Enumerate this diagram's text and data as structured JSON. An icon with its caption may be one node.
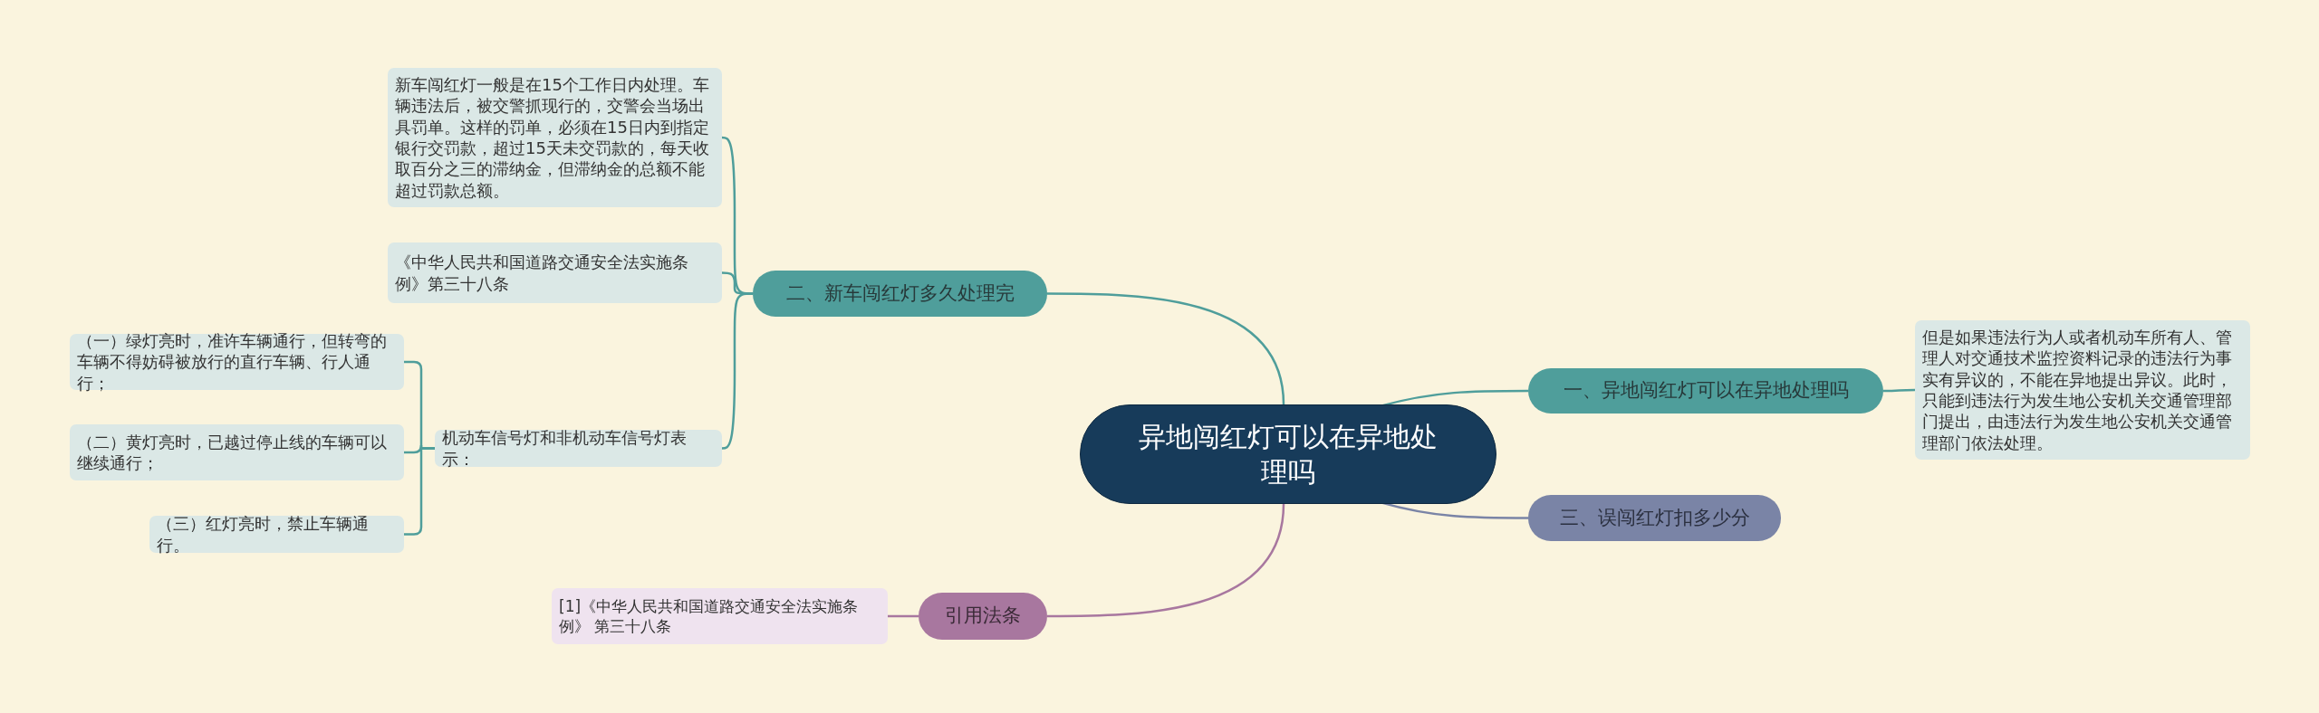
{
  "diagram": {
    "nodes": [
      {
        "text": [
          "异地闯红灯可以在异地处理吗"
        ]
      },
      {
        "text": [
          "一、异地闯红灯可以在异地处理吗"
        ]
      },
      {
        "text": [
          "但是如果违法行为人或者机动车所有人、管理人对交通技术监控资料记录的违法行为事实有异议的，不能在异地提出异议。此时，只能到违法行为发生地公安机关交通管理部门提出，由违法行为发生地公安机关交通管理部门依法处理。"
        ]
      },
      {
        "text": [
          "二、新车闯红灯多久处理完"
        ]
      },
      {
        "text": [
          "新车闯红灯一般是在15个工作日内处理。车辆违法后，被交警抓现行的，交警会当场出具罚单。这样的罚单，必须在15日内到指定银行交罚款，超过15天未交罚款的，每天收取百分之三的滞纳金，但滞纳金的总额不能超过罚款总额。"
        ]
      },
      {
        "text": [
          "《中华人民共和国道路交通安全法实施条例》第三十八条"
        ]
      },
      {
        "text": [
          "机动车信号灯和非机动车信号灯表示："
        ]
      },
      {
        "text": [
          "（一）绿灯亮时，准许车辆通行，但转弯的车辆不得妨碍被放行的直行车辆、行人通行；"
        ]
      },
      {
        "text": [
          "（二）黄灯亮时，已越过停止线的车辆可以继续通行；"
        ]
      },
      {
        "text": [
          "（三）红灯亮时，禁止车辆通行。"
        ]
      },
      {
        "text": [
          "三、误闯红灯扣多少分"
        ]
      },
      {
        "text": [
          "引用法条"
        ]
      },
      {
        "text": [
          "[1]《中华人民共和国道路交通安全法实施条例》 第三十八条"
        ]
      }
    ],
    "edges": [
      {
        "from": 0,
        "to": 1,
        "arrow": "none"
      },
      {
        "from": 1,
        "to": 2,
        "arrow": "none"
      },
      {
        "from": 0,
        "to": 3,
        "arrow": "none"
      },
      {
        "from": 3,
        "to": 4,
        "arrow": "none"
      },
      {
        "from": 3,
        "to": 5,
        "arrow": "none"
      },
      {
        "from": 3,
        "to": 6,
        "arrow": "none"
      },
      {
        "from": 6,
        "to": 7,
        "arrow": "none"
      },
      {
        "from": 6,
        "to": 8,
        "arrow": "none"
      },
      {
        "from": 6,
        "to": 9,
        "arrow": "none"
      },
      {
        "from": 0,
        "to": 10,
        "arrow": "none",
        "color": "#7a84a6"
      },
      {
        "from": 0,
        "to": 11,
        "arrow": "none",
        "color": "#a8779f"
      },
      {
        "from": 11,
        "to": 12,
        "arrow": "none",
        "color": "#a8779f"
      }
    ]
  }
}
